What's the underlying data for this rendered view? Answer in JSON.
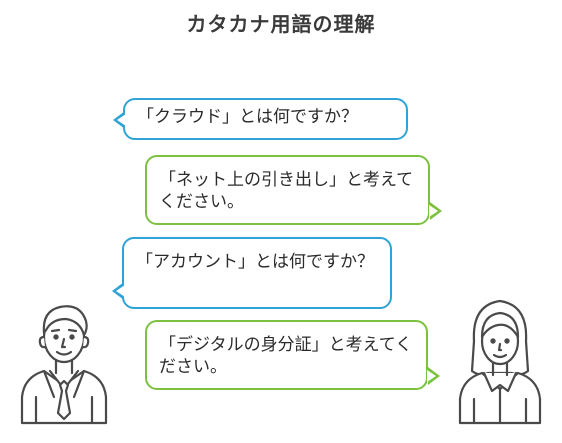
{
  "title": "カタカナ用語の理解",
  "bubbles": [
    {
      "speaker": "left",
      "text": "「クラウド」とは何ですか？"
    },
    {
      "speaker": "right",
      "text": "「ネット上の引き出し」と考えてください。"
    },
    {
      "speaker": "left",
      "text": "「アカウント」とは何ですか？"
    },
    {
      "speaker": "right",
      "text": "「デジタルの身分証」と考えてください。"
    }
  ],
  "people": [
    {
      "icon": "man-icon"
    },
    {
      "icon": "woman-icon"
    }
  ],
  "colors": {
    "question_border": "#2fa3d6",
    "answer_border": "#7cc23f",
    "figure_stroke": "#4a4a4a"
  }
}
